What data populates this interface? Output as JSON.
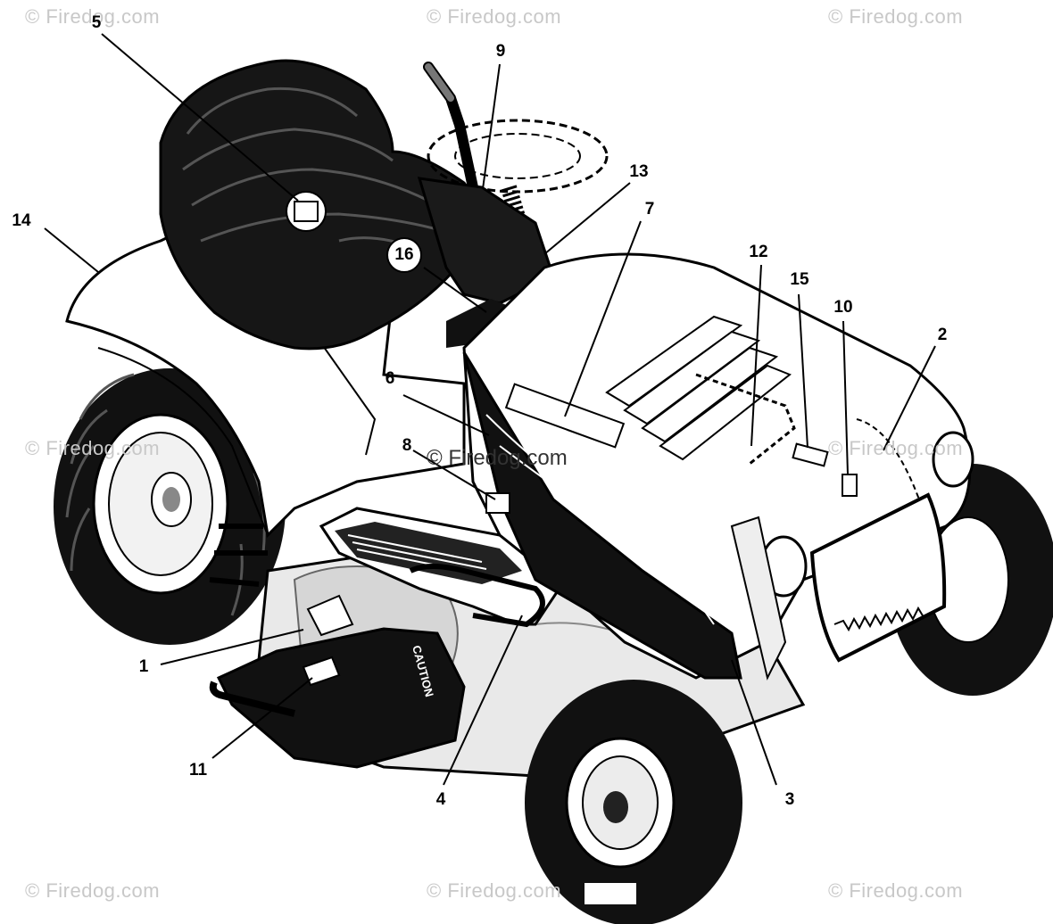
{
  "watermark_text": "© Firedog.com",
  "center_watermark_text": "© Firedog.com",
  "decal_text": "CAUTION",
  "callouts": {
    "c1": "1",
    "c2": "2",
    "c3": "3",
    "c4": "4",
    "c5": "5",
    "c6": "6",
    "c7": "7",
    "c8": "8",
    "c9": "9",
    "c10": "10",
    "c11": "11",
    "c12": "12",
    "c13": "13",
    "c14": "14",
    "c15": "15",
    "c16": "16"
  }
}
